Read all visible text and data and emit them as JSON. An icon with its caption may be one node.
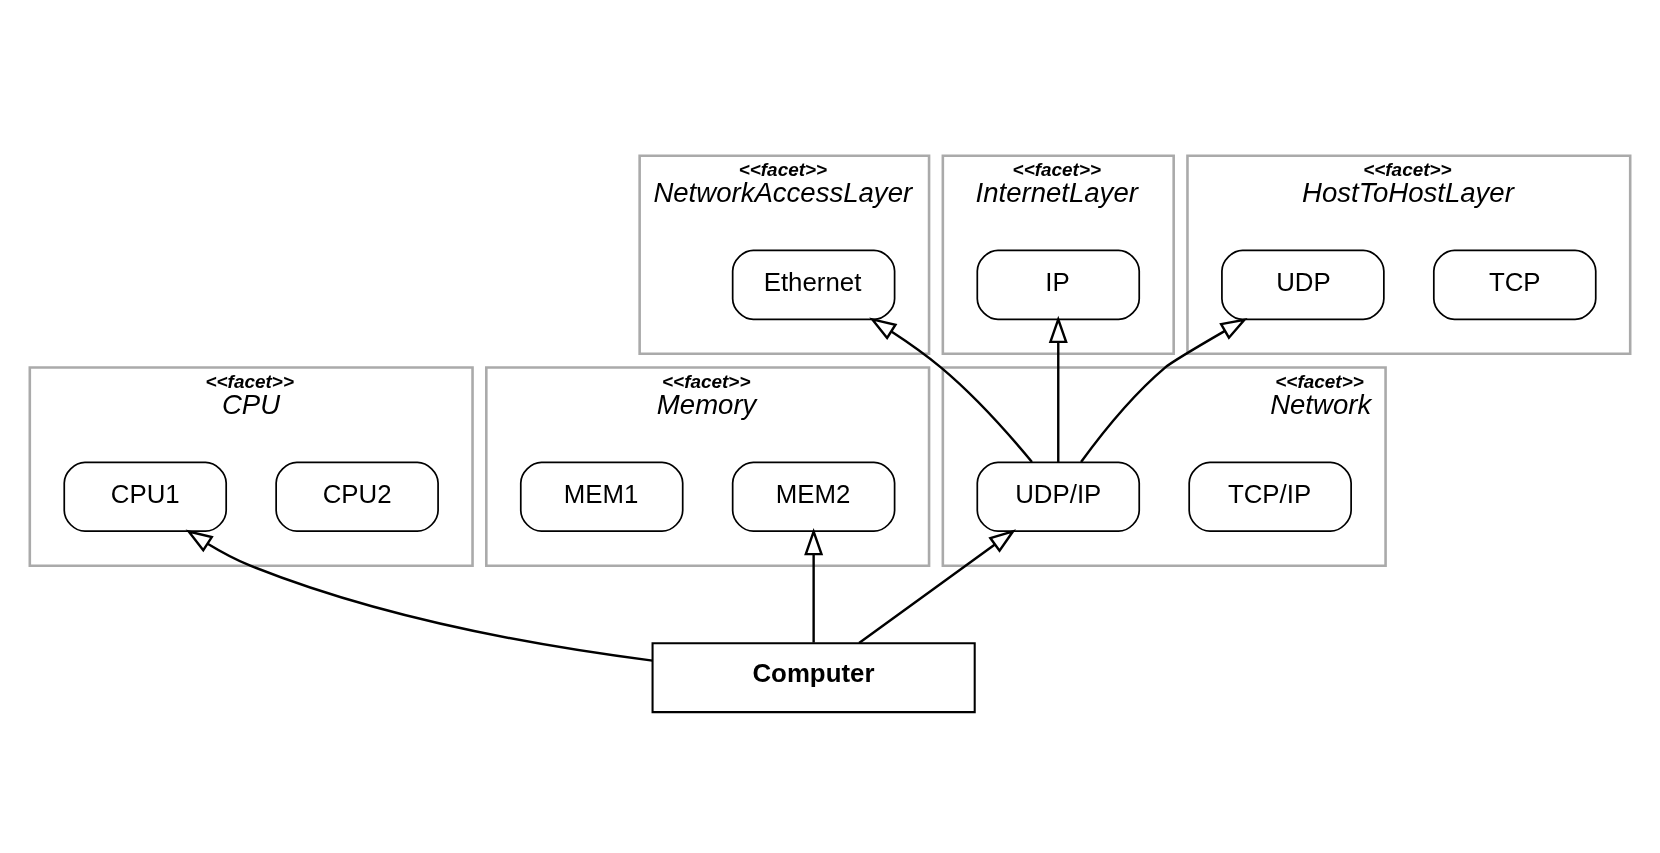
{
  "diagram": {
    "nodes": [
      {
        "text": [
          "<<facet>>",
          "NetworkAccessLayer"
        ]
      },
      {
        "text": [
          "Ethernet"
        ],
        "in": 0
      },
      {
        "text": [
          "<<facet>>",
          "InternetLayer"
        ]
      },
      {
        "text": [
          "IP"
        ],
        "in": 2
      },
      {
        "text": [
          "<<facet>>",
          "HostToHostLayer"
        ]
      },
      {
        "text": [
          "UDP"
        ],
        "in": 4
      },
      {
        "text": [
          "TCP"
        ],
        "in": 4
      },
      {
        "text": [
          "<<facet>>",
          "CPU"
        ]
      },
      {
        "text": [
          "CPU1"
        ],
        "in": 7
      },
      {
        "text": [
          "CPU2"
        ],
        "in": 7
      },
      {
        "text": [
          "<<facet>>",
          "Memory"
        ]
      },
      {
        "text": [
          "MEM1"
        ],
        "in": 10
      },
      {
        "text": [
          "MEM2"
        ],
        "in": 10
      },
      {
        "text": [
          "<<facet>>",
          "Network"
        ]
      },
      {
        "text": [
          "UDP/IP"
        ],
        "in": 13
      },
      {
        "text": [
          "TCP/IP"
        ],
        "in": 13
      },
      {
        "text": [
          "Computer"
        ]
      }
    ],
    "edges": [
      {
        "from": 16,
        "to": 8,
        "arrow": "to"
      },
      {
        "from": 16,
        "to": 12,
        "arrow": "to"
      },
      {
        "from": 16,
        "to": 14,
        "arrow": "to"
      },
      {
        "from": 14,
        "to": 1,
        "arrow": "to"
      },
      {
        "from": 14,
        "to": 3,
        "arrow": "to"
      },
      {
        "from": 14,
        "to": 5,
        "arrow": "to"
      }
    ]
  }
}
